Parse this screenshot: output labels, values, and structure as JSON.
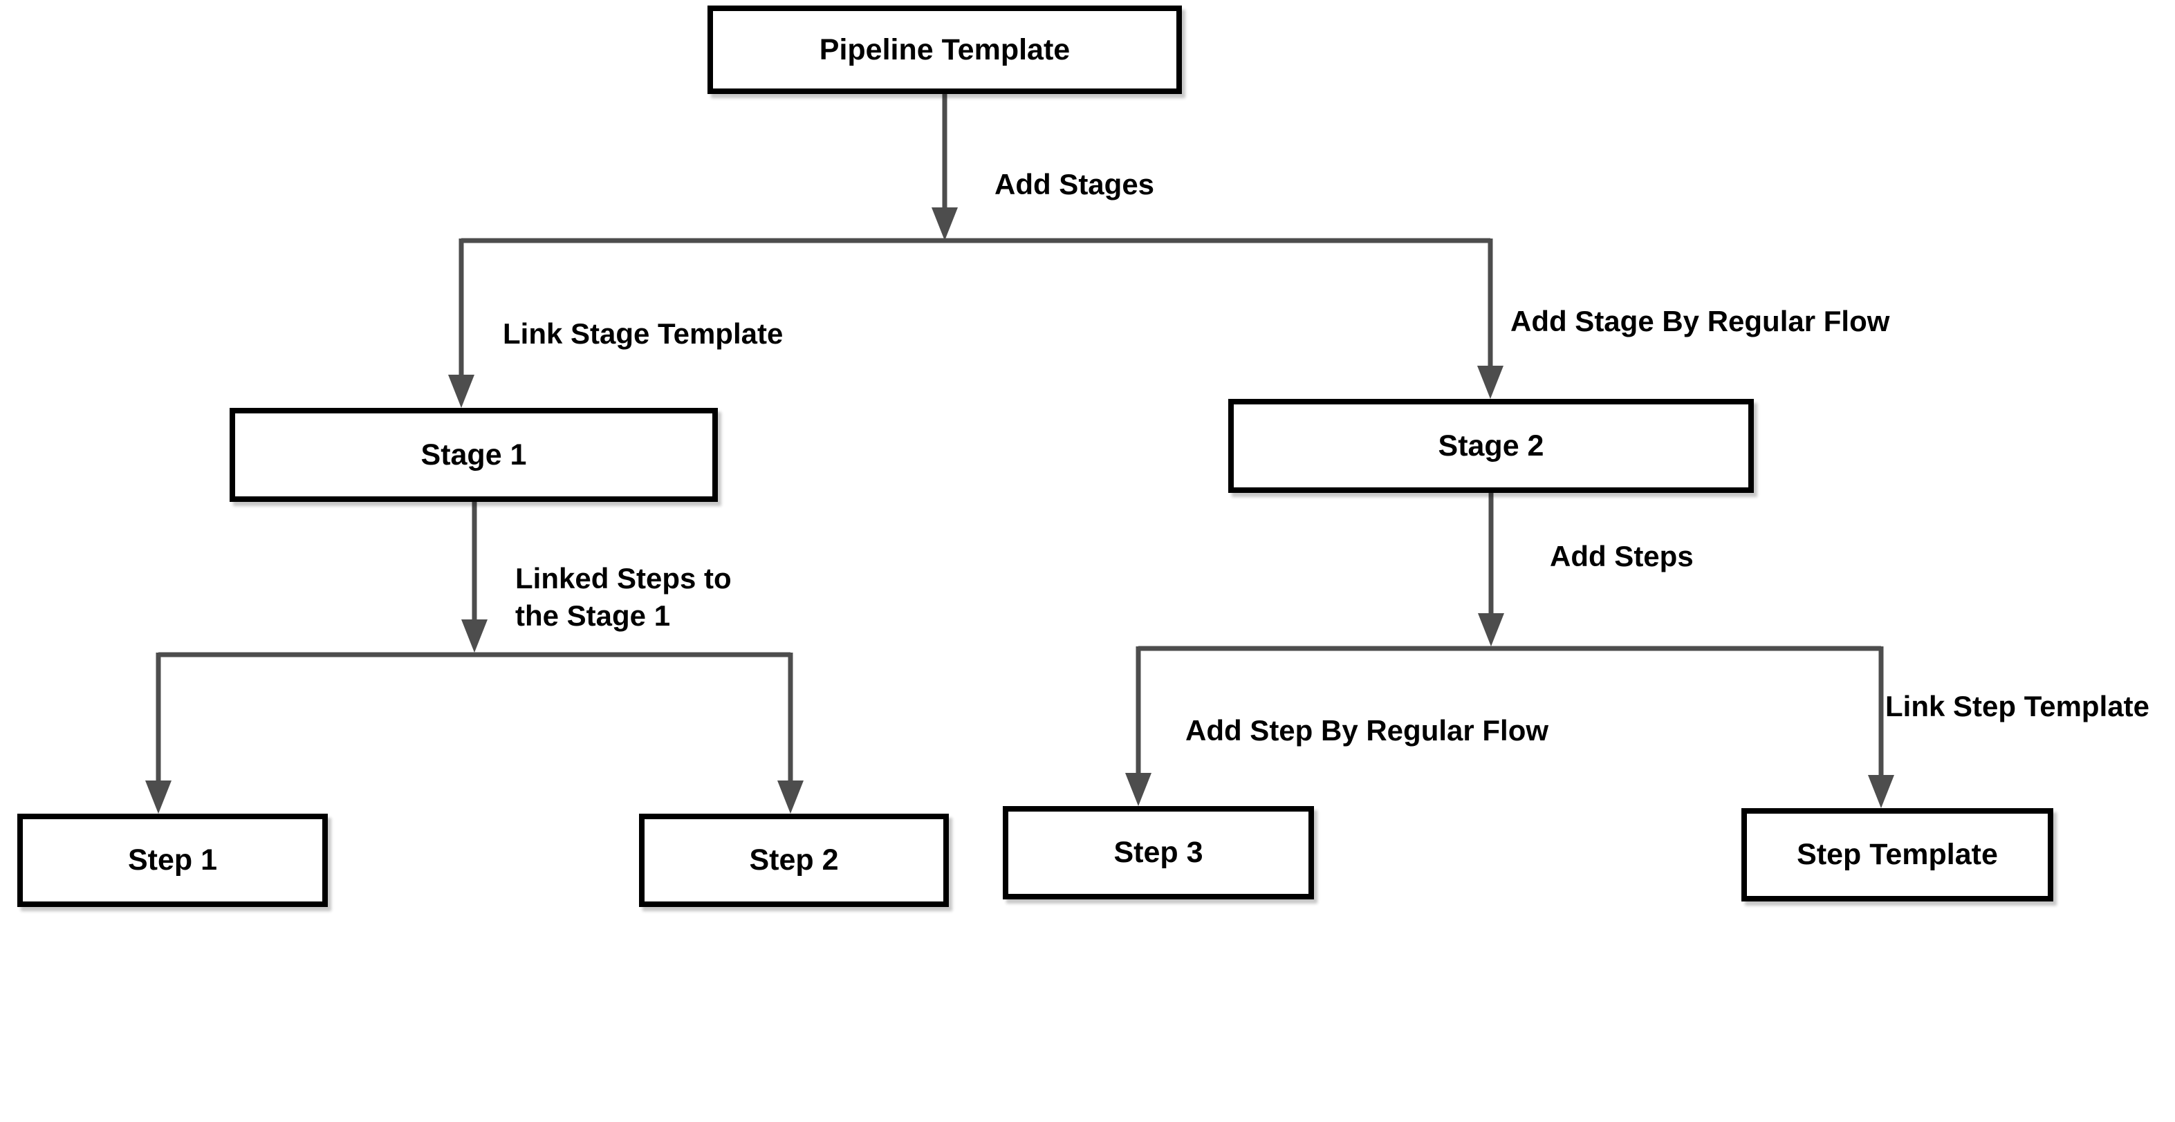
{
  "diagram": {
    "title": "Pipeline Template flowchart",
    "colors": {
      "background": "#ffffff",
      "connector_line": "#4d4d4d",
      "box_border": "#000000",
      "box_fill": "#ffffff",
      "text": "#000000"
    },
    "nodes": {
      "pipeline_template": {
        "label": "Pipeline Template"
      },
      "stage_1": {
        "label": "Stage 1"
      },
      "stage_2": {
        "label": "Stage 2"
      },
      "step_1": {
        "label": "Step 1"
      },
      "step_2": {
        "label": "Step 2"
      },
      "step_3": {
        "label": "Step 3"
      },
      "step_template": {
        "label": "Step Template"
      }
    },
    "edge_labels": {
      "add_stages": "Add Stages",
      "link_stage_template": "Link Stage Template",
      "add_stage_by_regular_flow": "Add Stage By Regular Flow",
      "linked_steps_line_1": "Linked Steps to",
      "linked_steps_line_2": "the Stage 1",
      "add_steps": "Add Steps",
      "add_step_by_regular_flow": "Add Step By Regular Flow",
      "link_step_template": "Link Step Template"
    }
  }
}
